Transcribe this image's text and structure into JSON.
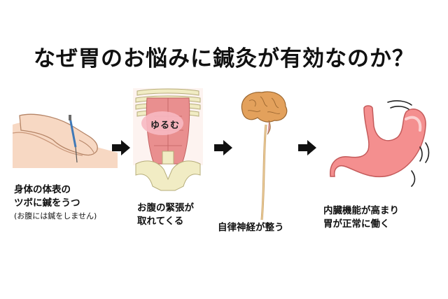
{
  "title": "なぜ胃のお悩みに鍼灸が有効なのか？",
  "steps": [
    {
      "caption_lines": [
        "身体の体表の",
        "ツボに鍼をうつ"
      ],
      "note": "(お腹には鍼をしません)",
      "icon": "acupuncture-hand-icon"
    },
    {
      "caption_lines": [
        "お腹の緊張が",
        "取れてくる"
      ],
      "overlay": "ゆるむ",
      "icon": "abdomen-skeleton-icon"
    },
    {
      "caption_lines": [
        "自律神経が整う"
      ],
      "icon": "brain-nerve-icon"
    },
    {
      "caption_lines": [
        "内臓機能が高まり",
        "胃が正常に働く"
      ],
      "icon": "stomach-icon"
    }
  ],
  "colors": {
    "skin": "#f7d8c3",
    "bone": "#f1ecc4",
    "muscle": "#e98f8f",
    "brain": "#e3a15c",
    "stomach": "#f48f8f",
    "arrow": "#111111"
  }
}
